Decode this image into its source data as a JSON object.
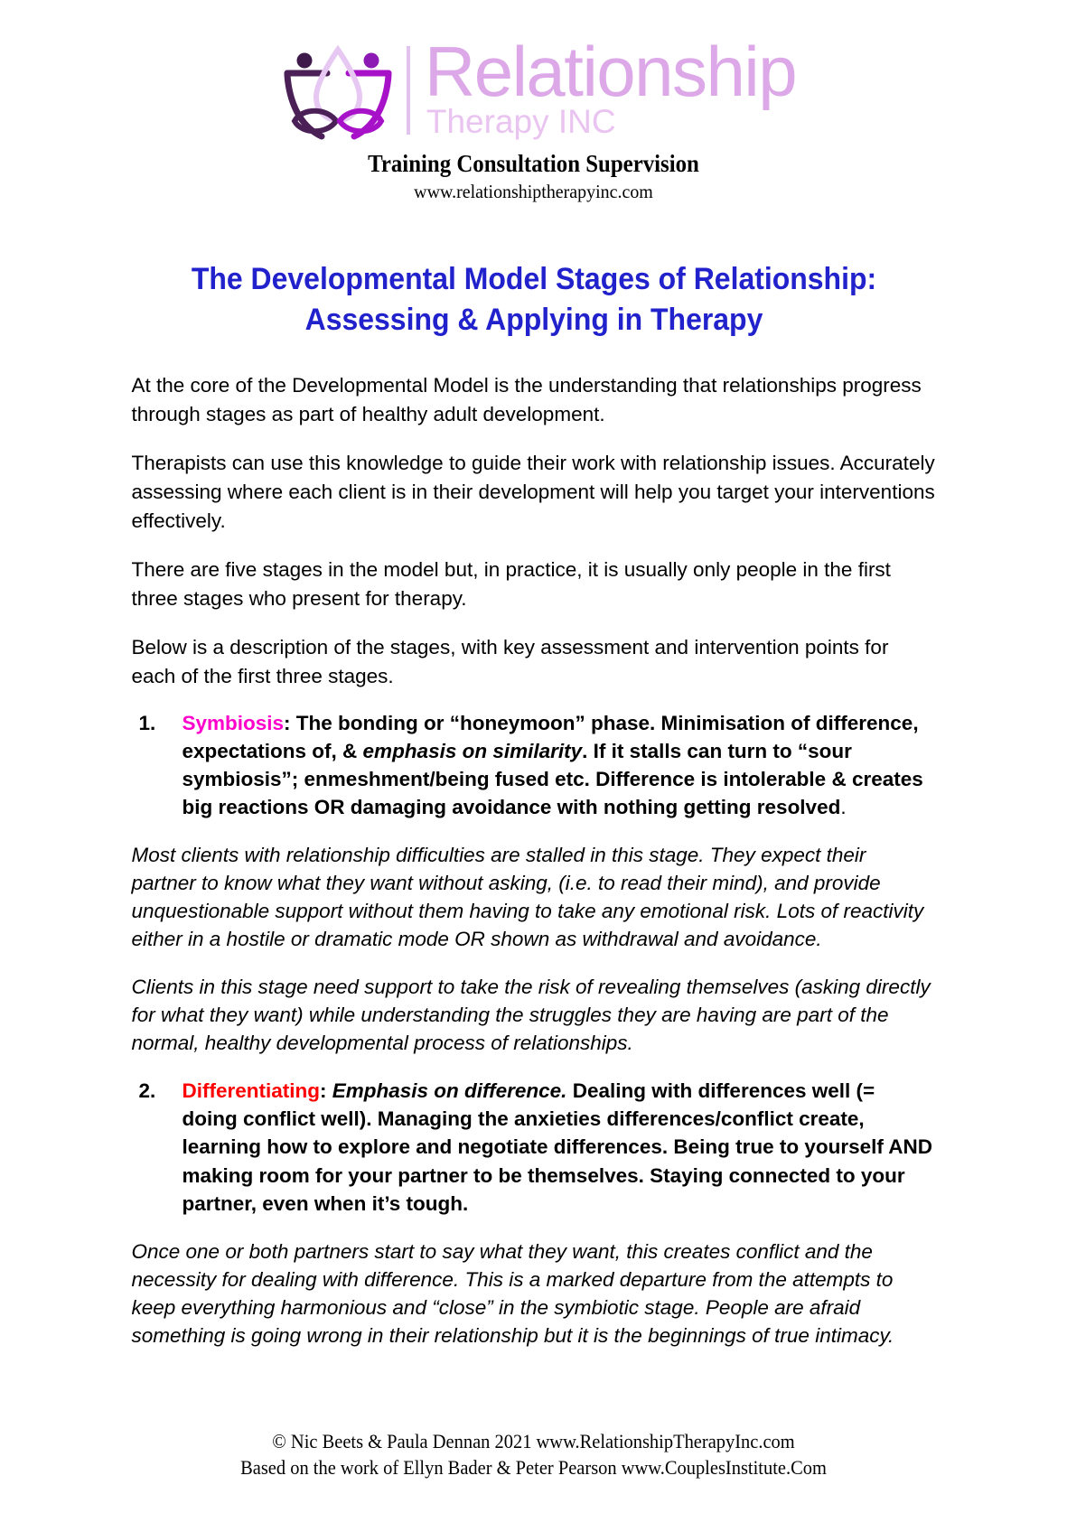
{
  "header": {
    "logo": {
      "mark_name": "relationship-therapy-lotus-logo",
      "word_main": "Relationship",
      "word_sub": "Therapy INC",
      "color_main": "#dca8e8",
      "color_sub": "#eac4f0",
      "color_mark_dark": "#4a2057",
      "color_mark_bright": "#a712c9",
      "color_mark_light": "#e6c8f2"
    },
    "tagline": "Training Consultation Supervision",
    "website": "www.relationshiptherapyinc.com"
  },
  "title": {
    "line1": "The Developmental Model Stages of Relationship:",
    "line2": "Assessing & Applying in Therapy",
    "color": "#2222cc"
  },
  "intro": {
    "p1": "At the core of the Developmental Model is the understanding that relationships progress through stages as part of healthy adult development.",
    "p2": "Therapists can use this knowledge to guide their work with relationship issues. Accurately assessing where each client is in their development will help you target your interventions effectively.",
    "p3": "There are five stages in the model but, in practice, it is usually only people in the first three stages who present for therapy.",
    "p4": "Below is a description of the stages, with key assessment and intervention points for each of the first three stages."
  },
  "stages": [
    {
      "number": "1.",
      "name": "Symbiosis",
      "name_color": "#ff00cc",
      "after_name": ": The bonding or “honeymoon” phase. Minimisation of difference, expectations of, & ",
      "italic_part": "emphasis on similarity",
      "rest": ". If it stalls can turn to “sour symbiosis”; enmeshment/being fused etc.  Difference is intolerable & creates big reactions OR damaging avoidance with nothing getting resolved",
      "trailing": ".",
      "notes": [
        "Most clients with relationship difficulties are stalled in this stage.  They expect their partner to know what they want without asking, (i.e. to read their mind), and provide unquestionable support without them having to take any emotional risk.  Lots of reactivity either in a hostile or dramatic mode OR shown as withdrawal and avoidance.",
        "Clients in this stage need support to take the risk of revealing themselves (asking directly for what they want) while understanding the struggles they are having are part of the normal, healthy developmental process of relationships."
      ]
    },
    {
      "number": "2.",
      "name": "Differentiating",
      "name_color": "#ff0000",
      "after_name": ":  ",
      "italic_part": "Emphasis on difference.",
      "rest": " Dealing with differences well (= doing conflict well). Managing the anxieties differences/conflict create, learning how to explore and negotiate differences.  Being true to yourself AND making room for your partner to be themselves.  Staying connected to your partner, even when it’s tough.",
      "trailing": "",
      "notes": [
        "Once one or both partners start to say what they want, this creates conflict and the necessity for dealing with difference.  This is a marked departure from the attempts to keep everything harmonious and “close” in the symbiotic stage.  People are afraid something is going wrong in their relationship but it is the beginnings of true intimacy."
      ]
    }
  ],
  "footer": {
    "line1": "© Nic  Beets & Paula Dennan 2021   www.RelationshipTherapyInc.com",
    "line2": "Based on the work of Ellyn Bader & Peter Pearson www.CouplesInstitute.Com"
  }
}
